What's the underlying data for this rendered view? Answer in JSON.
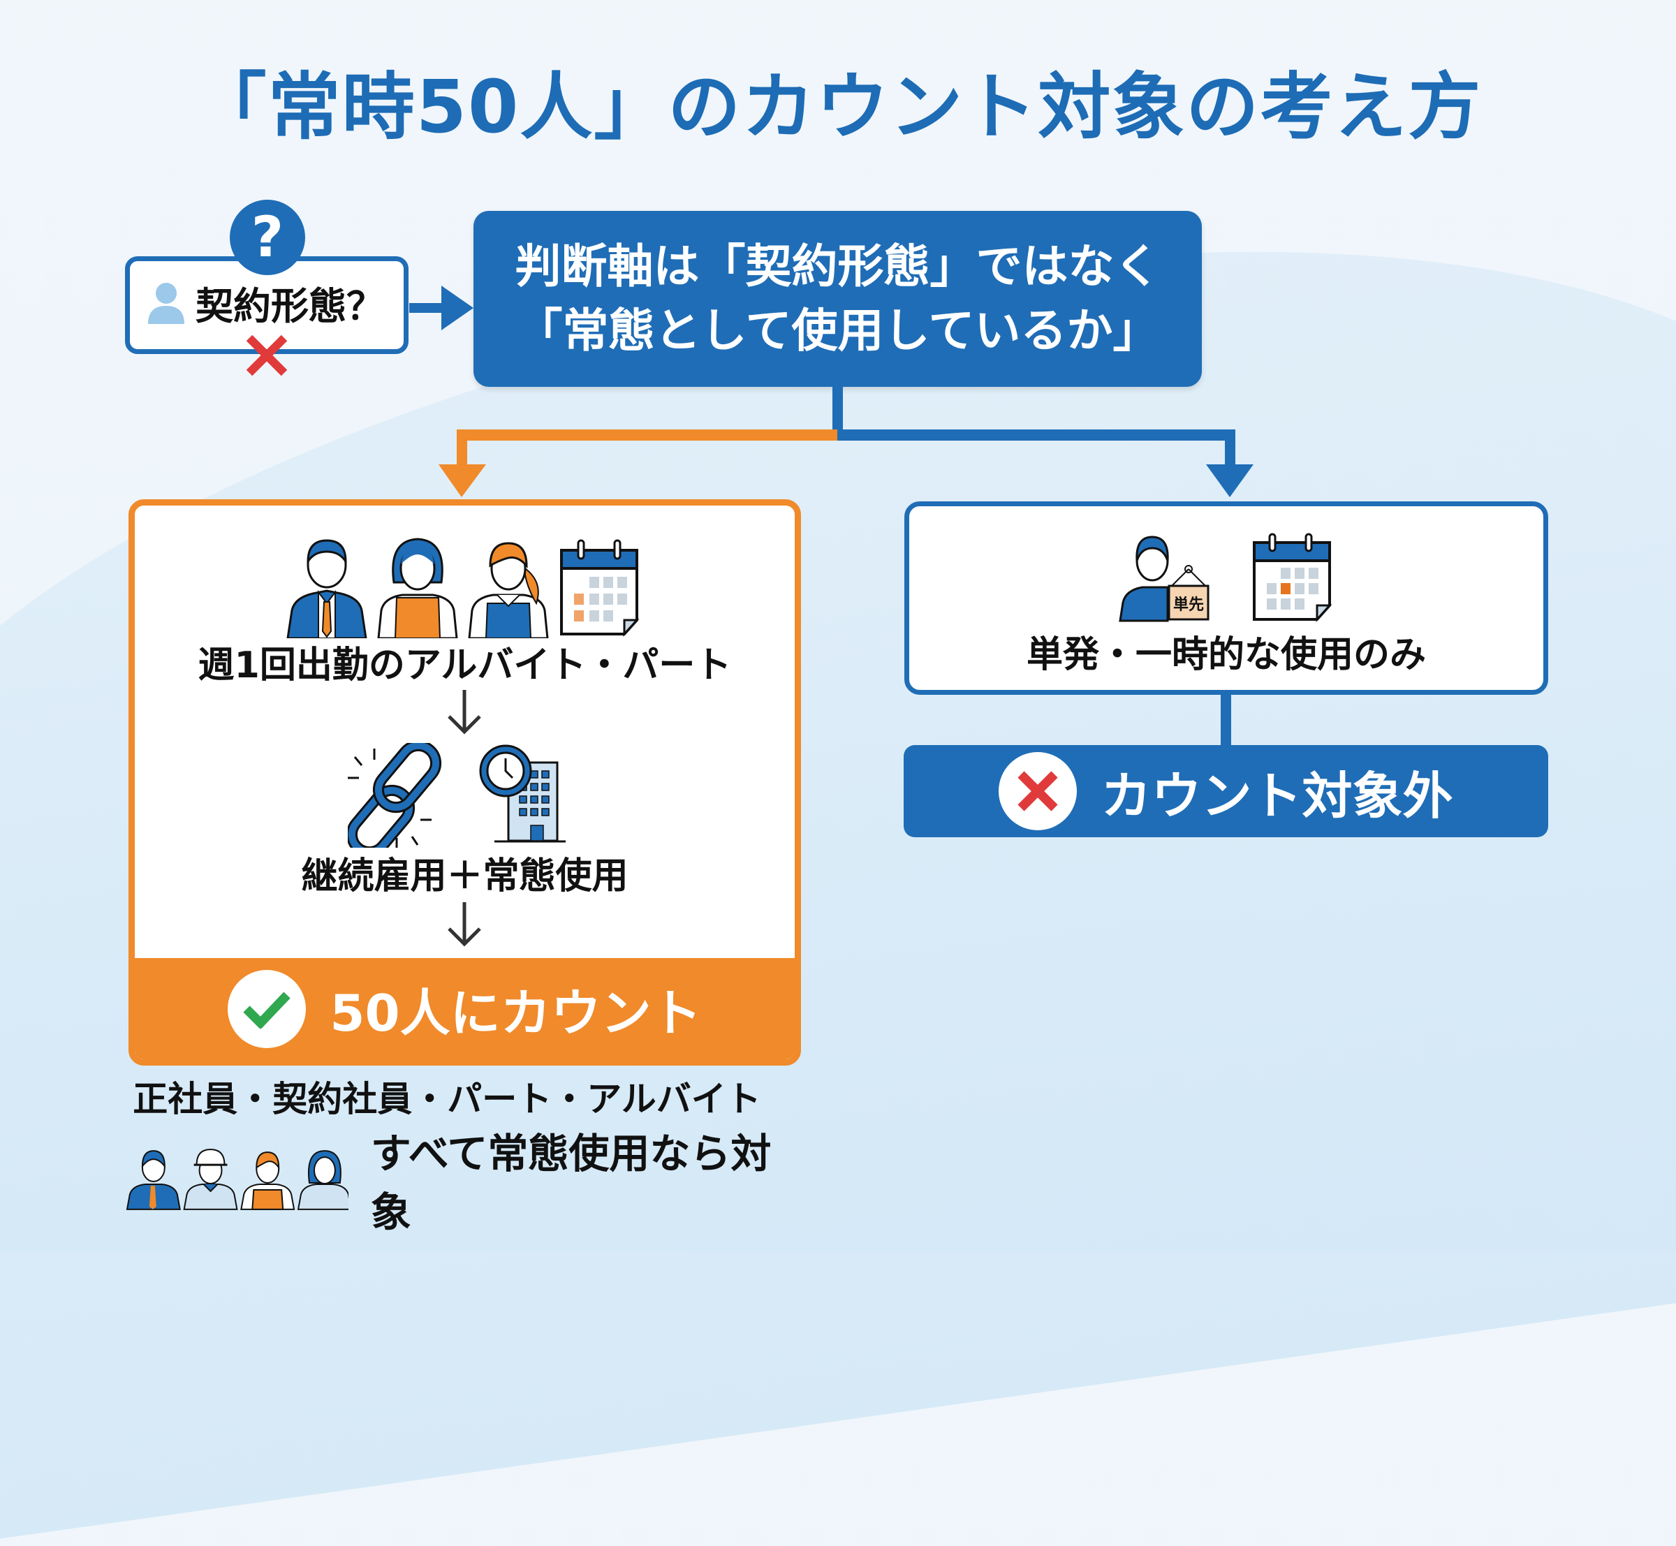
{
  "title": "「常時50人」のカウント対象の考え方",
  "colors": {
    "primary_blue": "#1f6db6",
    "accent_orange": "#f08a2a",
    "check_green": "#2fa84f",
    "cross_red": "#e03a3a",
    "light_blue": "#9cc8ea"
  },
  "question_box": {
    "badge": "?",
    "label": "契約形態？",
    "icons": [
      "person-icon",
      "question-icon",
      "cross-icon"
    ]
  },
  "main_box": {
    "line1": "判断軸は「契約形態」ではなく",
    "line2": "「常態として使用しているか」"
  },
  "left_branch": {
    "step1_label": "週1回出勤のアルバイト・パート",
    "step1_icons": [
      "businessman-icon",
      "woman-apron-icon",
      "ponytail-worker-icon",
      "calendar-icon"
    ],
    "step2_label": "継続雇用＋常態使用",
    "step2_icons": [
      "chain-link-icon",
      "clock-building-icon"
    ],
    "result_label": "50人にカウント",
    "result_icon": "check-icon"
  },
  "right_branch": {
    "sign_text": "単先",
    "label": "単発・一時的な使用のみ",
    "icons": [
      "person-with-sign-icon",
      "calendar-icon"
    ],
    "result_label": "カウント対象外",
    "result_icon": "cross-icon"
  },
  "bottom_note": {
    "line1": "正社員・契約社員・パート・アルバイト",
    "line2": "すべて常態使用なら対象",
    "icons": [
      "businessman-icon",
      "helmet-worker-icon",
      "apron-worker-icon",
      "woman-icon"
    ]
  }
}
